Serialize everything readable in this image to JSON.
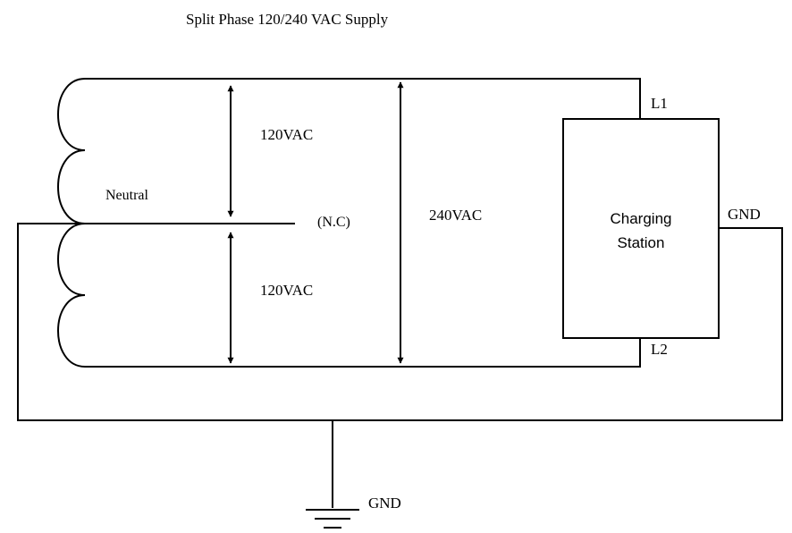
{
  "title": "Split Phase 120/240 VAC Supply",
  "labels": {
    "upper_voltage": "120VAC",
    "lower_voltage": "120VAC",
    "total_voltage": "240VAC",
    "neutral": "Neutral",
    "neutral_state": "(N.C)",
    "line1": "L1",
    "line2": "L2",
    "station_line1": "Charging",
    "station_line2": "Station",
    "station_ground": "GND",
    "earth_ground": "GND"
  }
}
